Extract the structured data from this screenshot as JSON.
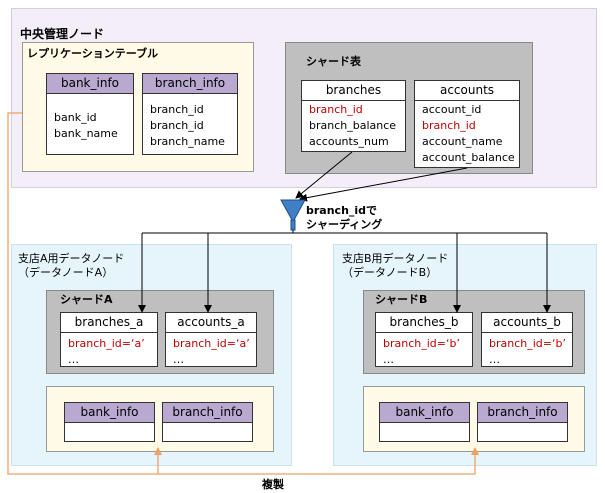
{
  "central": {
    "title": "中央管理ノード",
    "replication": {
      "title": "レプリケーションテーブル",
      "tables": [
        {
          "name": "bank_info",
          "columns": [
            "bank_id",
            "bank_name"
          ]
        },
        {
          "name": "branch_info",
          "columns": [
            "branch_id",
            "branch_id",
            "branch_name"
          ]
        }
      ]
    },
    "shard_table": {
      "title": "シャード表",
      "tables": [
        {
          "name": "branches",
          "columns": [
            "branch_id",
            "branch_balance",
            "accounts_num"
          ]
        },
        {
          "name": "accounts",
          "columns": [
            "account_id",
            "branch_id",
            "account_name",
            "account_balance"
          ]
        }
      ]
    }
  },
  "sharding": {
    "line1": "branch_idで",
    "line2": "シャーディング"
  },
  "node_a": {
    "title1": "支店A用データノード",
    "title2": "（データノードA）",
    "shard_title": "シャードA",
    "tables": [
      {
        "name": "branches_a",
        "condition": "branch_id=‘a’",
        "more": "…"
      },
      {
        "name": "accounts_a",
        "condition": "branch_id=‘a’",
        "more": "…"
      }
    ],
    "replicas": [
      "bank_info",
      "branch_info"
    ]
  },
  "node_b": {
    "title1": "支店B用データノード",
    "title2": "（データノードB）",
    "shard_title": "シャードB",
    "tables": [
      {
        "name": "branches_b",
        "condition": "branch_id=‘b’",
        "more": "…"
      },
      {
        "name": "accounts_b",
        "condition": "branch_id=‘b’",
        "more": "…"
      }
    ],
    "replicas": [
      "bank_info",
      "branch_info"
    ]
  },
  "replication_label": "複製",
  "colors": {
    "central_bg": "#f3eef8",
    "node_bg": "#e6f5fb",
    "box_yellow": "#fffbe6",
    "box_gray": "#bfbfbf",
    "purple_header": "#b9a8cf",
    "red_text": "#c00000",
    "orange_line": "#f0a060",
    "funnel": "#3f7fc6"
  }
}
